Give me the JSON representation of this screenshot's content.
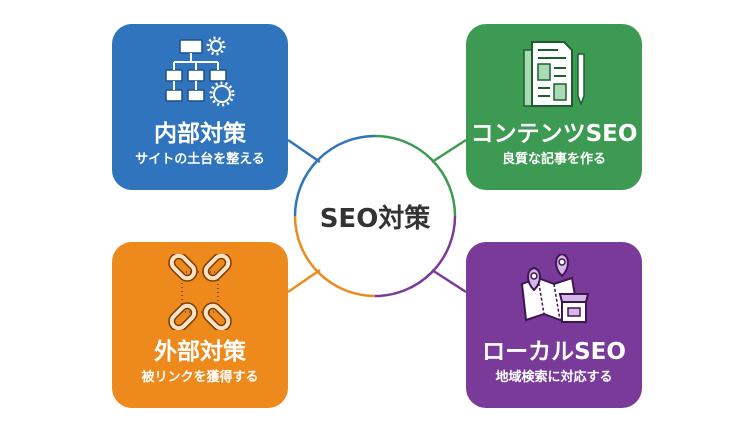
{
  "center": {
    "label": "SEO対策"
  },
  "colors": {
    "blue": "#2f74bd",
    "green": "#3c9a52",
    "orange": "#ee8a1c",
    "purple": "#7a3a9a",
    "text_dark": "#333333"
  },
  "nodes": [
    {
      "title": "内部対策",
      "subtitle": "サイトの土台を整える",
      "icon": "sitemap-gear-icon",
      "color": "#2f74bd"
    },
    {
      "title": "コンテンツSEO",
      "subtitle": "良質な記事を作る",
      "icon": "document-pen-icon",
      "color": "#3c9a52"
    },
    {
      "title": "外部対策",
      "subtitle": "被リンクを獲得する",
      "icon": "chain-link-icon",
      "color": "#ee8a1c"
    },
    {
      "title": "ローカルSEO",
      "subtitle": "地域検索に対応する",
      "icon": "map-store-icon",
      "color": "#7a3a9a"
    }
  ]
}
